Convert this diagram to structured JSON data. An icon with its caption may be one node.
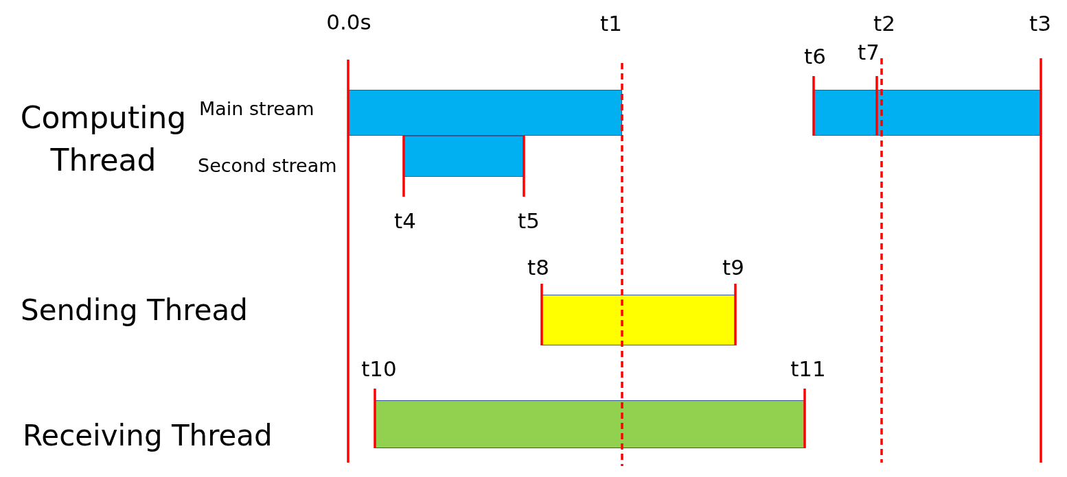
{
  "diagram": {
    "nodes": [
      {
        "text": [],
        "shape": "bar"
      },
      {
        "text": [],
        "shape": "bar",
        "beside": [
          "t4",
          "t5"
        ]
      },
      {
        "text": [],
        "shape": "bar",
        "beside": [
          "t6",
          "t7"
        ]
      },
      {
        "text": [],
        "shape": "bar",
        "beside": [
          "t8",
          "t9"
        ]
      },
      {
        "text": [],
        "shape": "bar",
        "beside": [
          "t10",
          "t11"
        ]
      }
    ],
    "labels": [
      "0.0s",
      "t1",
      "t2",
      "t3",
      "Computing Thread",
      "Main stream",
      "Second stream",
      "Sending Thread",
      "Receiving Thread"
    ]
  }
}
